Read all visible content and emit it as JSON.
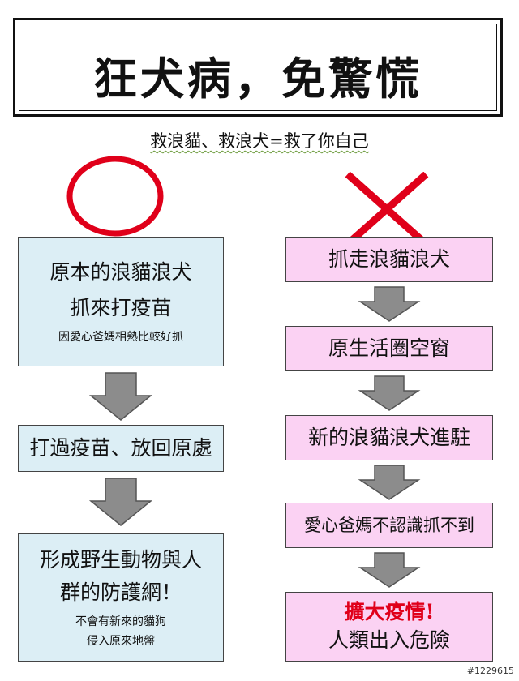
{
  "title": "狂犬病，免驚慌",
  "subtitle": "救浪貓、救浪犬=救了你自己",
  "left": {
    "symbol": "circle-mark",
    "box1": {
      "line1": "原本的浪貓浪犬",
      "line2": "抓來打疫苗",
      "note": "因愛心爸媽相熟比較好抓"
    },
    "box2": {
      "text": "打過疫苗、放回原處"
    },
    "box3": {
      "line1": "形成野生動物與人",
      "line2": "群的防護網！",
      "note1": "不會有新來的貓狗",
      "note2": "侵入原來地盤"
    }
  },
  "right": {
    "symbol": "cross-mark",
    "box1": {
      "text": "抓走浪貓浪犬"
    },
    "box2": {
      "text": "原生活圈空窗"
    },
    "box3": {
      "text": "新的浪貓浪犬進駐"
    },
    "box4": {
      "text": "愛心爸媽不認識抓不到"
    },
    "box5": {
      "line1": "擴大疫情!",
      "line2": "人類出入危險"
    }
  },
  "colors": {
    "left_box": "#dceef5",
    "right_box": "#fbd2f3",
    "mark": "#e0001a",
    "arrow": "#8c8c8c"
  },
  "image_id": "#1229615"
}
